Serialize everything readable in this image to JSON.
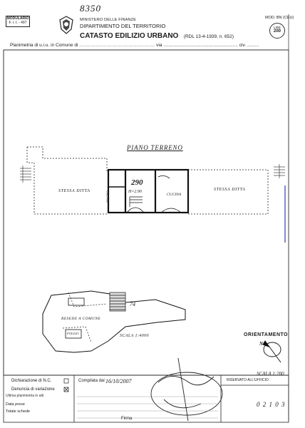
{
  "header": {
    "handwritten_number": "8350",
    "modulario_label": "MODULARIO",
    "modulario_sub": "F. r. t. - 497",
    "ministry": "MINISTERO DELLE FINANZE",
    "department": "DIPARTIMENTO DEL TERRITORIO",
    "title": "CATASTO EDILIZIO URBANO",
    "law": "(RDL 13-4-1939, n. 652)",
    "model_code": "MOD. BN (CEU)",
    "price_label": "LIRE",
    "price_value": "200",
    "planimetria": "Planimetria di u.i.u. in Comune di",
    "via_label": "via",
    "civ_label": "civ."
  },
  "drawing": {
    "floor_label": "PIANO TERRENO",
    "left_area": "STESSA DITTA",
    "right_area": "STESSA DITTA",
    "room_number": "290",
    "height_label": "H=2.90",
    "kitchen": "CUCINA",
    "bathroom": "BAGNO",
    "site_number": "74",
    "common_yard": "RESEDE A COMUNE",
    "scale_small": "SCALA 1:4000",
    "orientation": "ORIENTAMENTO",
    "north": "N",
    "scale_big": "SCALA 1:200",
    "inner_box_label": "FOGLIO"
  },
  "footer": {
    "declaration_nc": "Dichiarazione di N.C.",
    "variation": "Denuncia di variazione",
    "compiled_by": "Compilata dal",
    "reserved": "RISERVATO ALL'UFFICIO",
    "date_label": "Data prese",
    "total_label": "Totale schede",
    "firma_label": "Firma",
    "handwritten_code": "0 2 1 0 3",
    "overlay_text": "Ultima planimetria in atti",
    "date_stamp": "16/10/2007"
  }
}
